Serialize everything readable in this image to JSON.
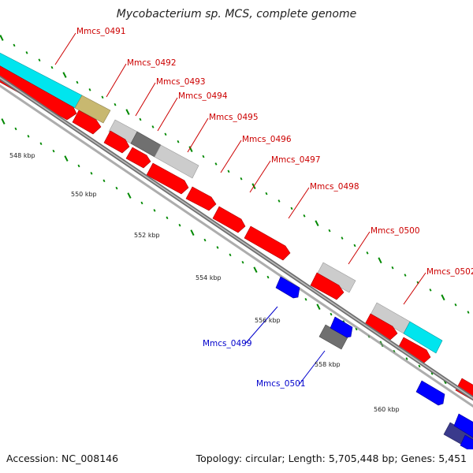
{
  "title": "Mycobacterium sp. MCS, complete genome",
  "footer": {
    "accession": "Accession: NC_008146",
    "topology": "Topology: circular; Length: 5,705,448 bp; Genes: 5,451"
  },
  "kbp_labels": [
    "548 kbp",
    "550 kbp",
    "552 kbp",
    "554 kbp",
    "556 kbp",
    "558 kbp",
    "560 kbp"
  ],
  "genes_forward": [
    {
      "label": "Mmcs_0491",
      "color": "#cc0000"
    },
    {
      "label": "Mmcs_0492",
      "color": "#cc0000"
    },
    {
      "label": "Mmcs_0493",
      "color": "#cc0000"
    },
    {
      "label": "Mmcs_0494",
      "color": "#cc0000"
    },
    {
      "label": "Mmcs_0495",
      "color": "#cc0000"
    },
    {
      "label": "Mmcs_0496",
      "color": "#cc0000"
    },
    {
      "label": "Mmcs_0497",
      "color": "#cc0000"
    },
    {
      "label": "Mmcs_0498",
      "color": "#cc0000"
    },
    {
      "label": "Mmcs_0500",
      "color": "#cc0000"
    },
    {
      "label": "Mmcs_0502",
      "color": "#cc0000"
    }
  ],
  "genes_reverse": [
    {
      "label": "Mmcs_0499",
      "color": "#0000cc"
    },
    {
      "label": "Mmcs_0501",
      "color": "#0000cc"
    }
  ],
  "colors": {
    "forward_cds": "#ff0000",
    "reverse_cds": "#0000ff",
    "cog_cyan": "#00e5ee",
    "cog_olive": "#c8b870",
    "cog_lightgray": "#cccccc",
    "cog_darkgray": "#707070",
    "cog_navy": "#3a3a8c",
    "tick_green": "#008800",
    "backbone": "#888888"
  }
}
